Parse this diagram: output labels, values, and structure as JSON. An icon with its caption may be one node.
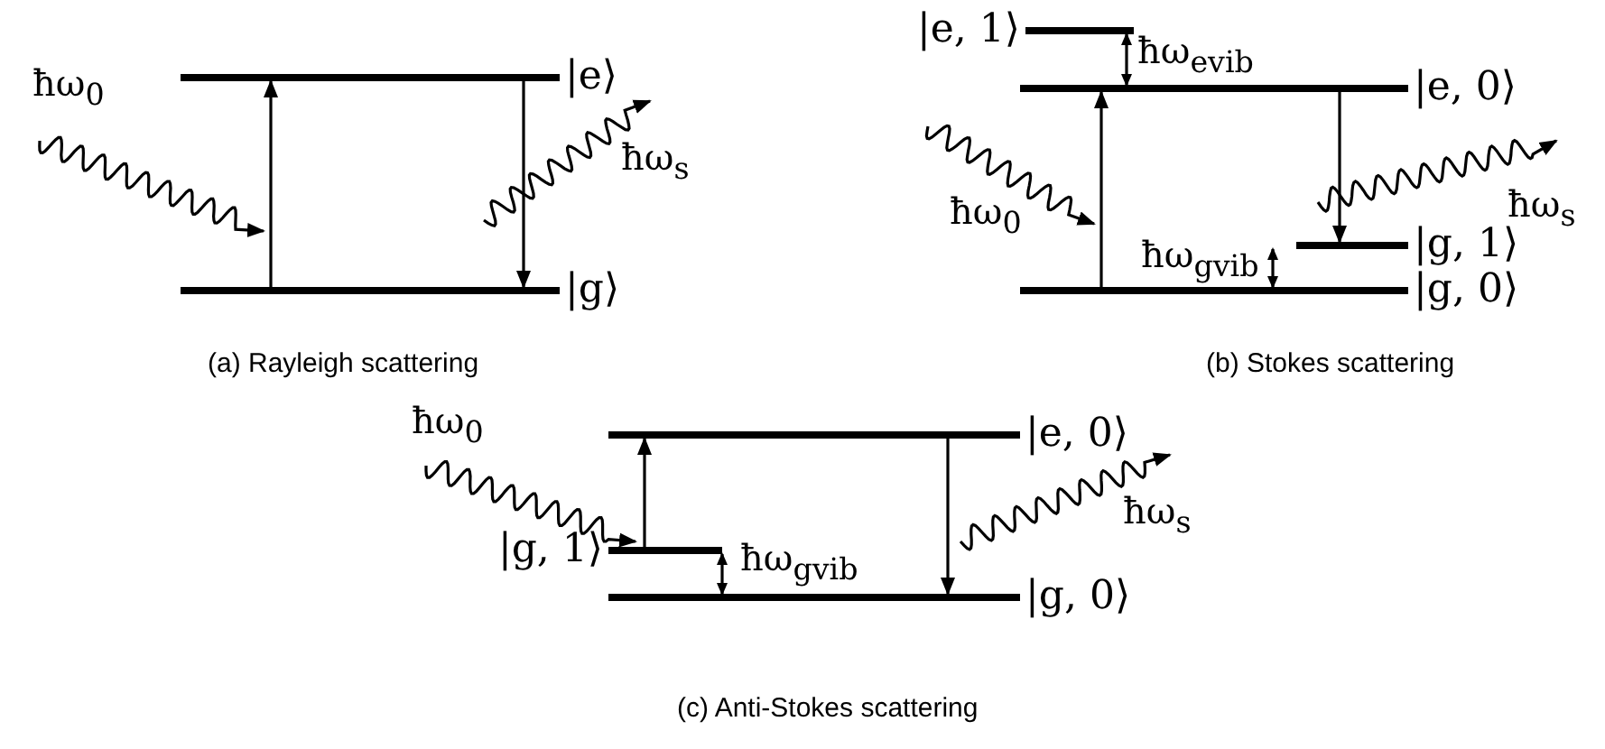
{
  "diagram": {
    "nodes": [
      {
        "text": [],
        "shape": "bar",
        "beside": [
          "|e⟩"
        ]
      },
      {
        "text": [],
        "shape": "bar",
        "beside": [
          "|g⟩"
        ]
      },
      {
        "text": [],
        "shape": "bar",
        "beside": [
          "|e, 1⟩"
        ]
      },
      {
        "text": [],
        "shape": "bar",
        "beside": [
          "|e, 0⟩"
        ]
      },
      {
        "text": [],
        "shape": "bar",
        "beside": [
          "|g, 1⟩"
        ]
      },
      {
        "text": [],
        "shape": "bar",
        "beside": [
          "|g, 0⟩"
        ]
      },
      {
        "text": [],
        "shape": "bar",
        "beside": [
          "|e, 0⟩"
        ]
      },
      {
        "text": [],
        "shape": "bar",
        "beside": [
          "|g, 1⟩"
        ]
      },
      {
        "text": [],
        "shape": "bar",
        "beside": [
          "|g, 0⟩"
        ]
      }
    ],
    "edges": [
      {
        "from": 1,
        "to": 0,
        "arrow": "to"
      },
      {
        "from": 0,
        "to": 1,
        "arrow": "to"
      },
      {
        "from": 5,
        "to": 3,
        "arrow": "to"
      },
      {
        "from": 3,
        "to": 4,
        "arrow": "to"
      },
      {
        "from": 7,
        "to": 6,
        "arrow": "to"
      },
      {
        "from": 6,
        "to": 8,
        "arrow": "to"
      },
      {
        "from": 2,
        "to": 3,
        "arrow": "both"
      },
      {
        "from": 4,
        "to": 5,
        "arrow": "both"
      },
      {
        "from": 7,
        "to": 8,
        "arrow": "both"
      }
    ],
    "labels": [
      "ħω$_{0}$",
      "ħω$_{s}$",
      "ħω$_{evib}$",
      "ħω$_{0}$",
      "ħω$_{s}$",
      "ħω$_{gvib}$",
      "(a) Rayleigh scattering",
      "(b) Stokes scattering",
      "ħω$_{0}$",
      "ħω$_{gvib}$",
      "ħω$_{s}$",
      "(c) Anti-Stokes scattering"
    ]
  }
}
